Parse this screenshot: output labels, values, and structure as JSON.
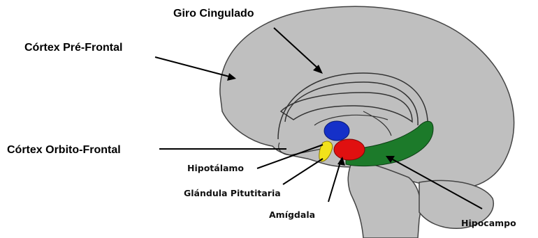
{
  "labels": {
    "giro_cingulado": "Giro Cingulado",
    "cortex_pre_frontal": "Córtex Pré-Frontal",
    "cortex_orbito_frontal": "Córtex Orbito-Frontal",
    "hipotalamo": "Hipotálamo",
    "glandula_pitutitaria": "Glándula Pitutitaria",
    "amigdala": "Amígdala",
    "hipocampo": "Hipocampo"
  },
  "colors": {
    "brain_fill": "#bfbfbf",
    "brain_outline": "#444444",
    "hipotalamo": "#1530c8",
    "glandula_pitutitaria": "#f2e21a",
    "amigdala": "#e01010",
    "hipocampo": "#1c7a2a"
  }
}
